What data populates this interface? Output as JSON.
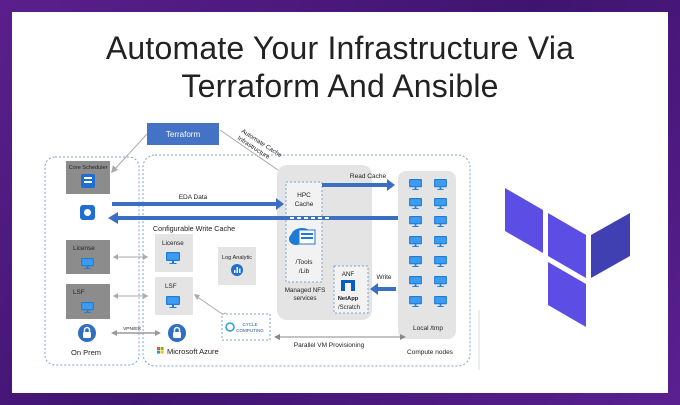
{
  "title": {
    "line1": "Automate Your Infrastructure Via",
    "line2": "Terraform And Ansible"
  },
  "diagram": {
    "terraform_box": "Terraform",
    "automate_cache": [
      "Automate Cache",
      "Infrastructure"
    ],
    "on_prem": {
      "core_scheduler": "Core Scheduler",
      "license": "License",
      "lsf": "LSF",
      "label": "On Prem"
    },
    "vpn_label": "VPN/ER",
    "azure": {
      "license": "License",
      "lsf": "LSF",
      "log_analytic": "Log Analytic",
      "cycle_computing": [
        "CYCLE",
        "COMPUTING"
      ],
      "label": "Microsoft Azure"
    },
    "edge_labels": {
      "eda_data": "EDA Data",
      "write_cache": "Configurable Write Cache",
      "read_cache": "Read Cache",
      "write": "Write",
      "parallel_vm": "Parallel VM Provisioning"
    },
    "nfs": {
      "hpc_cache": [
        "HPC",
        "Cache"
      ],
      "tools_lib": [
        "/Tools",
        "/Lib"
      ],
      "managed": [
        "Managed NFS",
        "services"
      ],
      "anf": "ANF",
      "netapp": "NetApp",
      "scratch": "/Scratch"
    },
    "compute": {
      "local_tmp": "Local /tmp",
      "label": "Compute nodes"
    }
  },
  "colors": {
    "frame": "#4a1a7a",
    "arrow_blue": "#3a6fc4",
    "terraform_box": "#4472c4",
    "terraform_logo": "#5c4ee5",
    "dashed_border": "#7aa5cc",
    "grey_panel": "#e4e4e4",
    "server_grey": "#8c8c8c",
    "monitor_blue": "#1e7bd6"
  },
  "icons": {
    "logo": "terraform-logo-icon",
    "server": "server-icon",
    "monitor": "monitor-icon",
    "cloud": "cloud-icon",
    "lock": "lock-icon"
  }
}
